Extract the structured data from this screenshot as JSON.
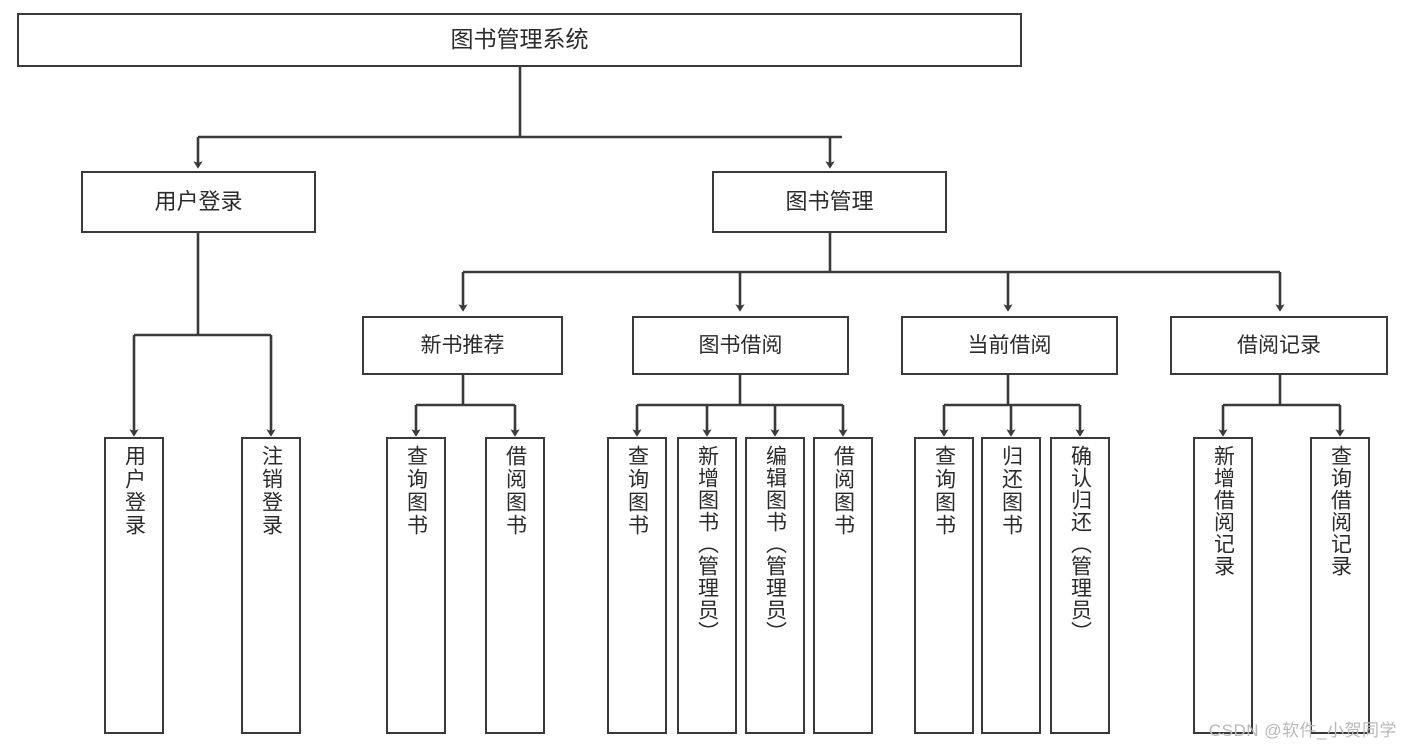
{
  "diagram": {
    "title": "图书管理系统",
    "type": "功能结构图",
    "colors": {
      "stroke": "#3a3a3a",
      "fill": "#ffffff",
      "text": "#2b2b2b",
      "watermark": "#b9b9b9"
    },
    "root": {
      "label": "图书管理系统"
    },
    "level1": [
      {
        "label": "用户登录"
      },
      {
        "label": "图书管理"
      }
    ],
    "level2": [
      {
        "label": "新书推荐"
      },
      {
        "label": "图书借阅"
      },
      {
        "label": "当前借阅"
      },
      {
        "label": "借阅记录"
      }
    ],
    "leaves": {
      "user_login": [
        {
          "label": "用户登录"
        },
        {
          "label": "注销登录"
        }
      ],
      "new_book_recommend": [
        {
          "label": "查询图书"
        },
        {
          "label": "借阅图书"
        }
      ],
      "book_borrow": [
        {
          "label": "查询图书"
        },
        {
          "label": "新增图书（管理员）"
        },
        {
          "label": "编辑图书（管理员）"
        },
        {
          "label": "借阅图书"
        }
      ],
      "current_borrow": [
        {
          "label": "查询图书"
        },
        {
          "label": "归还图书"
        },
        {
          "label": "确认归还（管理员）"
        }
      ],
      "borrow_record": [
        {
          "label": "新增借阅记录"
        },
        {
          "label": "查询借阅记录"
        }
      ]
    }
  },
  "watermark": {
    "text": "CSDN @软件_小贺同学"
  }
}
